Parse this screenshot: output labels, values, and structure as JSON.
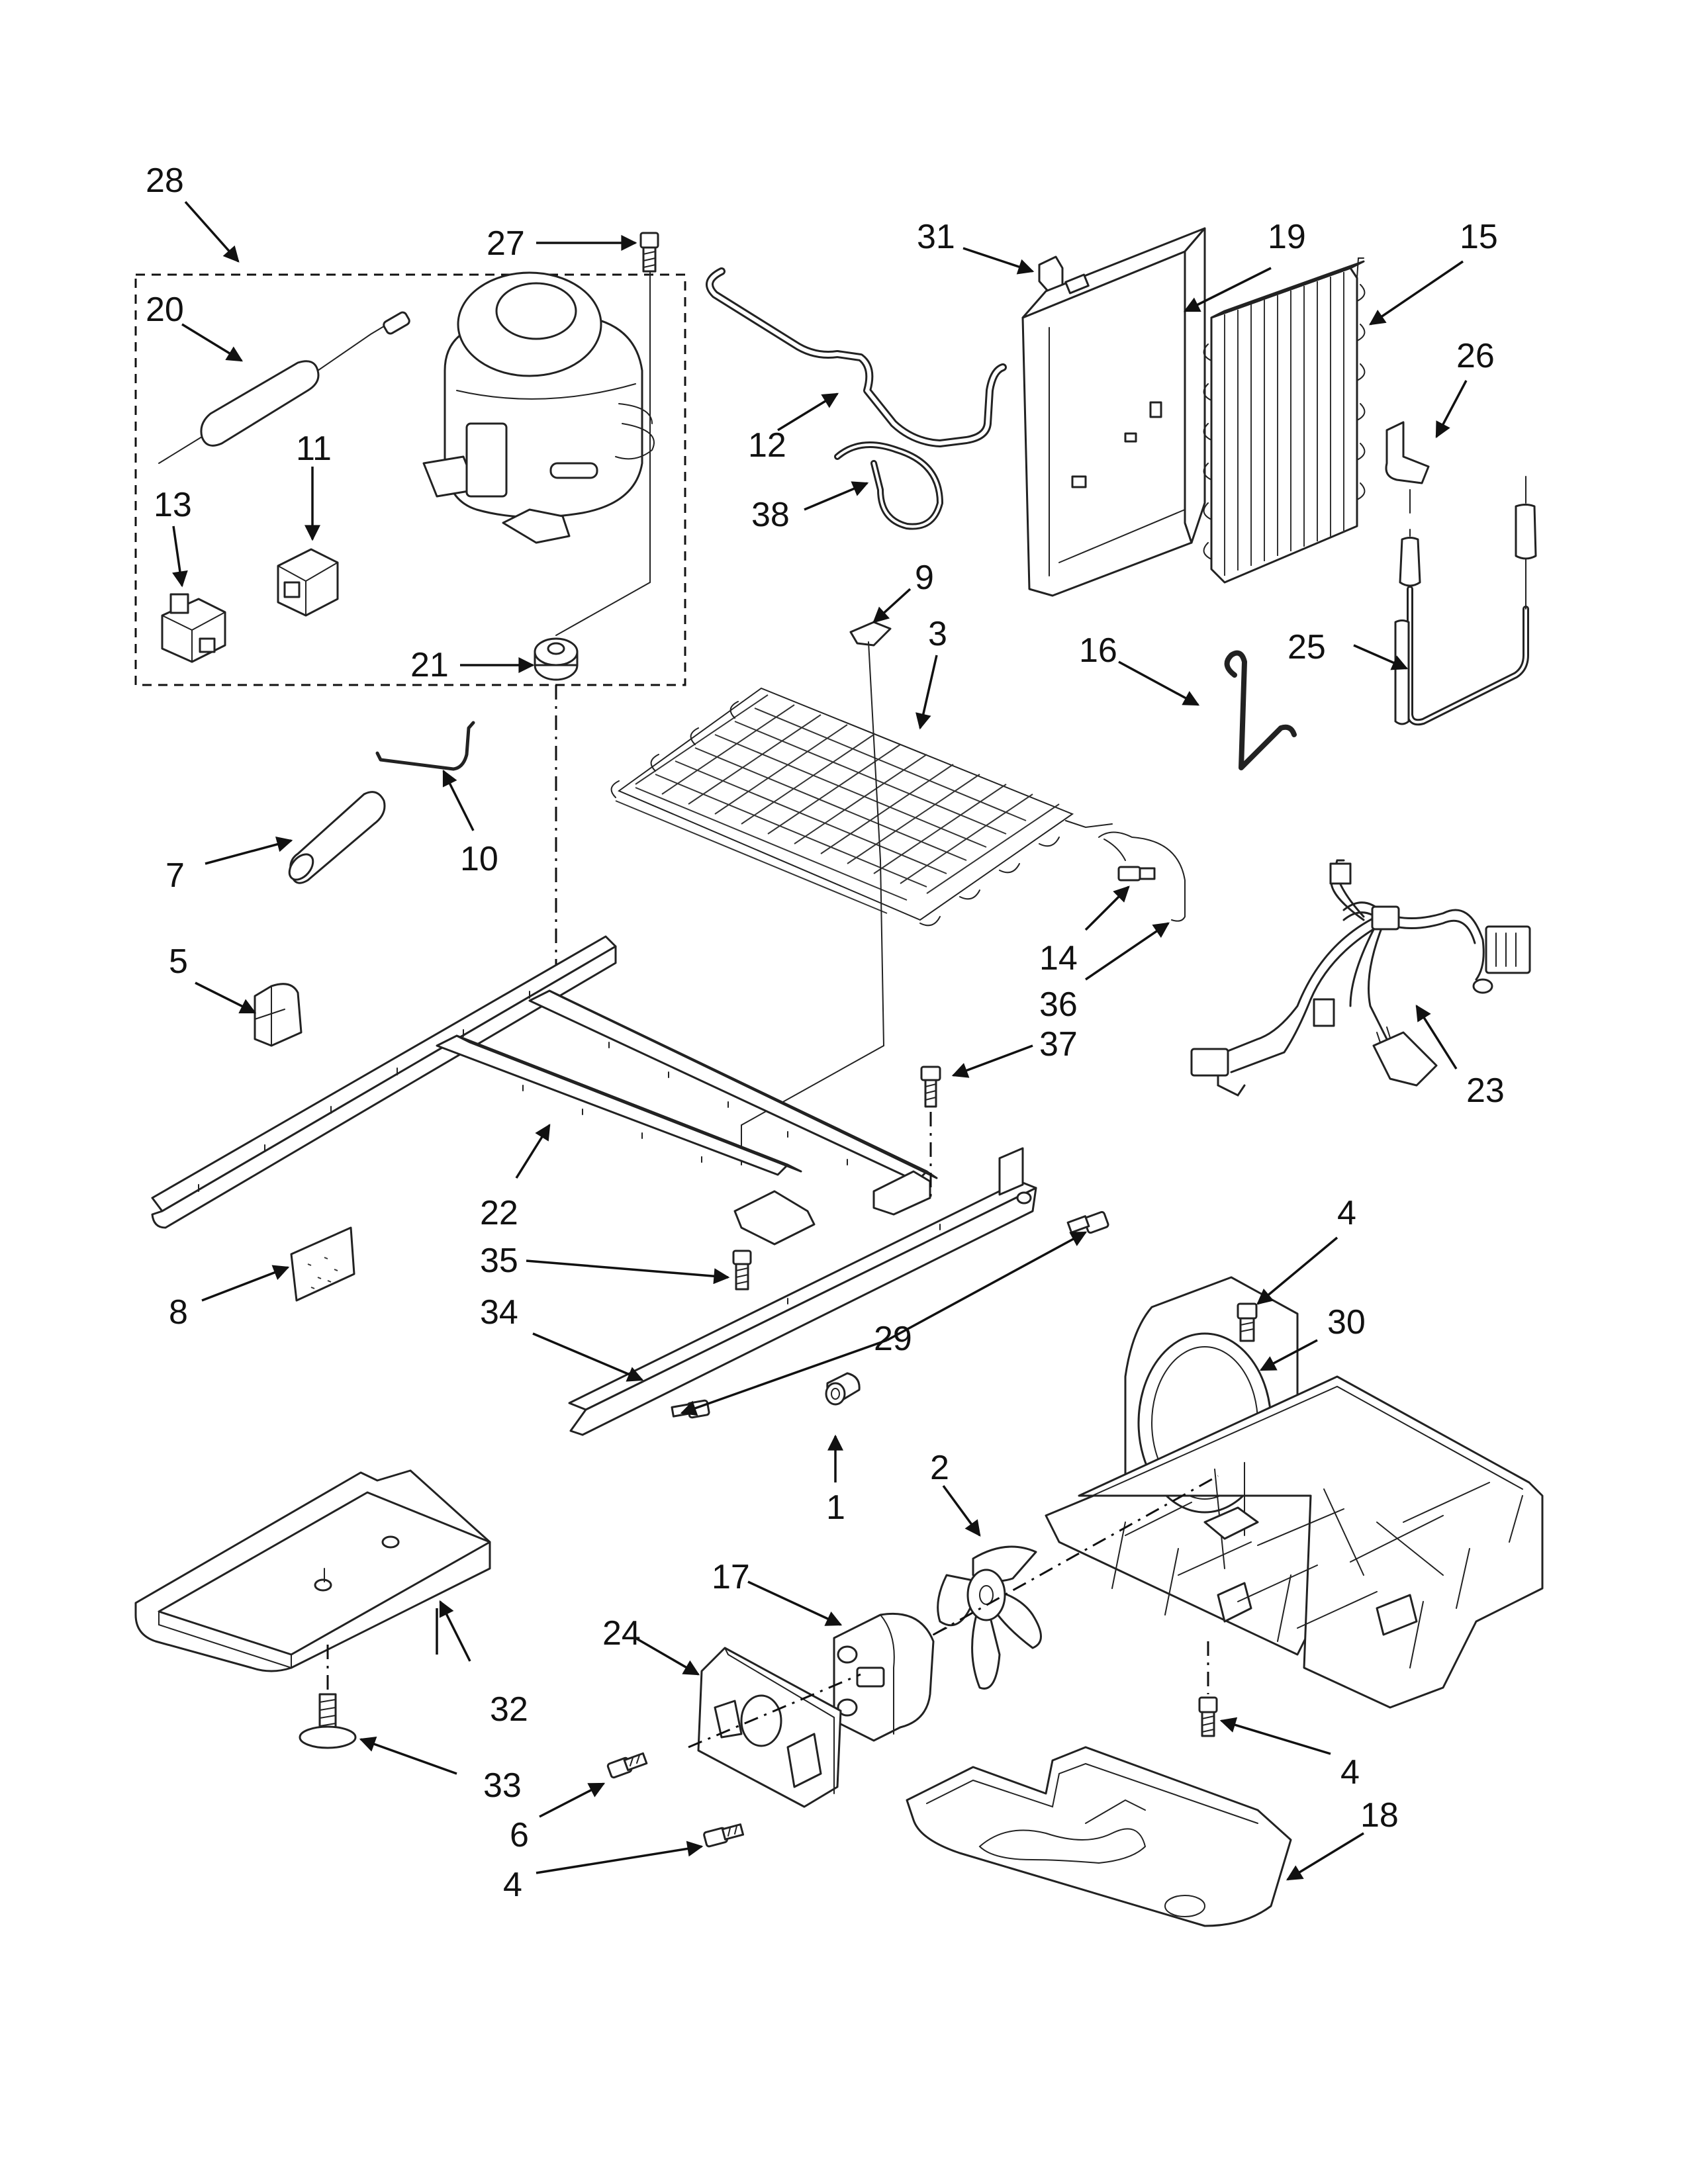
{
  "callouts": {
    "c28": "28",
    "c27": "27",
    "c20": "20",
    "c11": "11",
    "c13": "13",
    "c21": "21",
    "c31": "31",
    "c19": "19",
    "c15": "15",
    "c26": "26",
    "c12": "12",
    "c38": "38",
    "c9": "9",
    "c3": "3",
    "c16": "16",
    "c25": "25",
    "c7": "7",
    "c10": "10",
    "c5": "5",
    "c14": "14",
    "c36": "36",
    "c37": "37",
    "c23": "23",
    "c22": "22",
    "c35": "35",
    "c8": "8",
    "c34": "34",
    "c29": "29",
    "c4a": "4",
    "c30": "30",
    "c1": "1",
    "c2": "2",
    "c17": "17",
    "c24": "24",
    "c32": "32",
    "c33": "33",
    "c6": "6",
    "c4b": "4",
    "c4c": "4",
    "c18": "18"
  },
  "colors": {
    "line": "#222222",
    "background": "#ffffff"
  }
}
